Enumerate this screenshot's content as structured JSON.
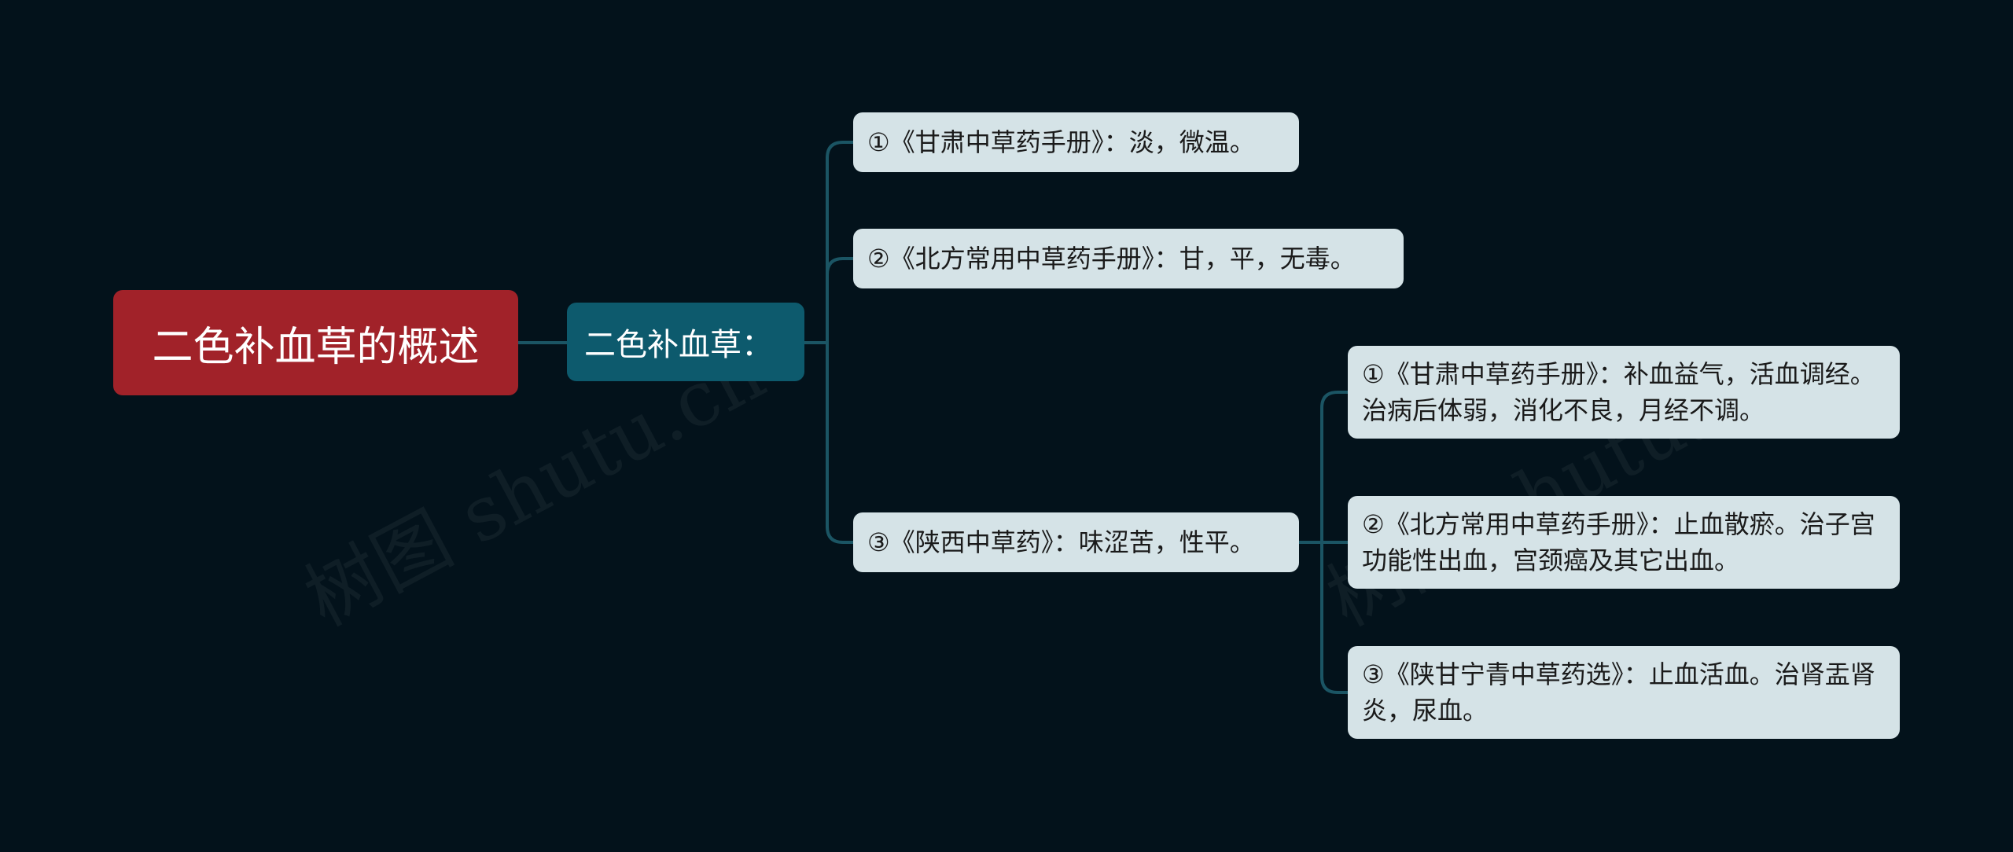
{
  "mindmap": {
    "root": {
      "label": "二色补血草的概述",
      "color": "#a12229"
    },
    "branch": {
      "label": "二色补血草：",
      "color": "#0d5a6d"
    },
    "children": [
      {
        "label": "①《甘肃中草药手册》：淡，微温。"
      },
      {
        "label": "②《北方常用中草药手册》：甘，平，无毒。"
      },
      {
        "label": "③《陕西中草药》：味涩苦，性平。",
        "children": [
          {
            "label": "①《甘肃中草药手册》：补血益气，活血调经。治病后体弱，消化不良，月经不调。"
          },
          {
            "label": "②《北方常用中草药手册》：止血散瘀。治子宫功能性出血，宫颈癌及其它出血。"
          },
          {
            "label": "③《陕甘宁青中草药选》：止血活血。治肾盂肾炎，尿血。"
          }
        ]
      }
    ]
  },
  "watermark": {
    "text": "树图 shutu.cn"
  },
  "colors": {
    "background": "#03121b",
    "connector": "#1b5564",
    "leaf_fill": "#d5e3e7"
  }
}
